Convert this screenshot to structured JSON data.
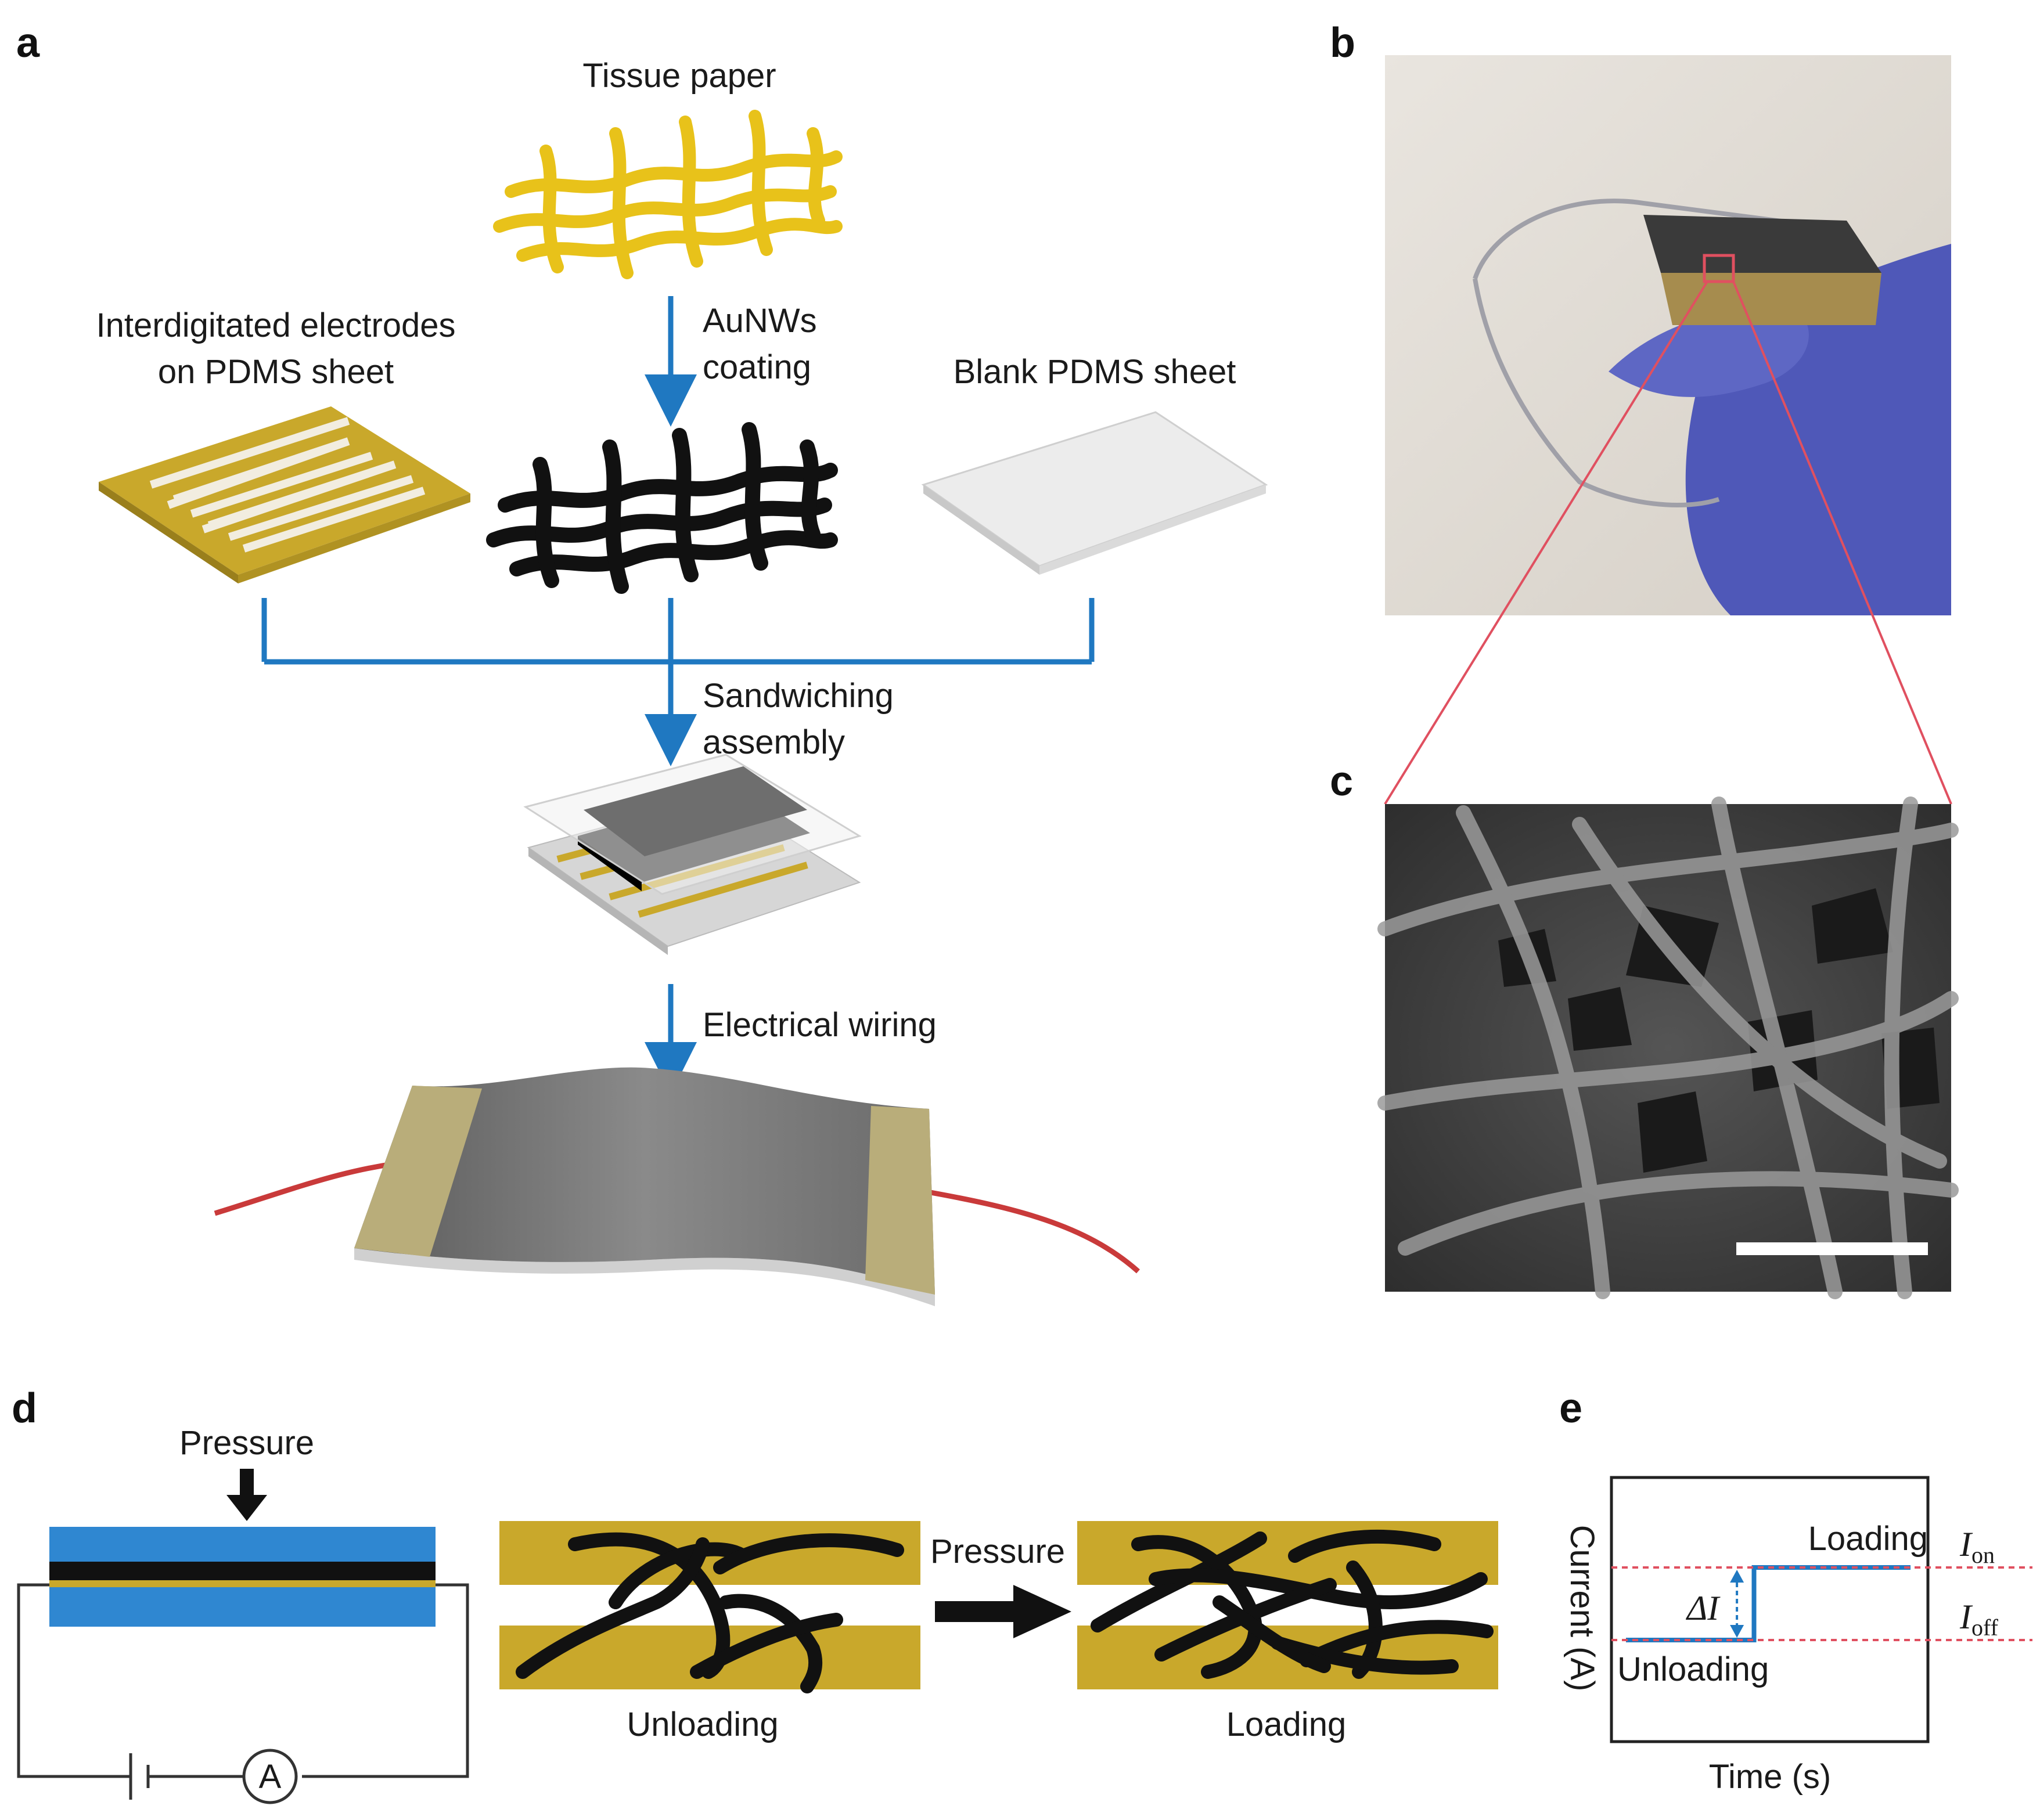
{
  "panels": {
    "a": "a",
    "b": "b",
    "c": "c",
    "d": "d",
    "e": "e"
  },
  "labels": {
    "tissue_paper": "Tissue paper",
    "aunws_1": "AuNWs",
    "aunws_2": "coating",
    "ide_1": "Interdigitated electrodes",
    "ide_2": "on PDMS sheet",
    "blank": "Blank PDMS sheet",
    "sandwich_1": "Sandwiching",
    "sandwich_2": "assembly",
    "wiring": "Electrical wiring",
    "pressure_d": "Pressure",
    "ammeter": "A",
    "unloading_d": "Unloading",
    "pressure_mid": "Pressure",
    "loading_d": "Loading"
  },
  "chart_data": {
    "type": "line",
    "xlabel": "Time (s)",
    "ylabel": "Current (A)",
    "annotations": {
      "loading": "Loading",
      "unloading": "Unloading",
      "delta_symbol": "ΔI",
      "i_on_main": "I",
      "i_on_sub": "on",
      "i_off_main": "I",
      "i_off_sub": "off"
    },
    "series": [
      {
        "x": [
          0,
          0.45,
          0.45,
          1.0
        ],
        "y": [
          0,
          0,
          1,
          1
        ]
      }
    ],
    "levels": {
      "off": 0,
      "on": 1
    }
  },
  "colors": {
    "arrow_blue": "#1f78c1",
    "gold": "#c9a82b",
    "pdms_blue": "#2f87d1",
    "wire_red": "#c93a3a",
    "dotted_red": "#e05060",
    "zoom_red": "#e05060"
  }
}
